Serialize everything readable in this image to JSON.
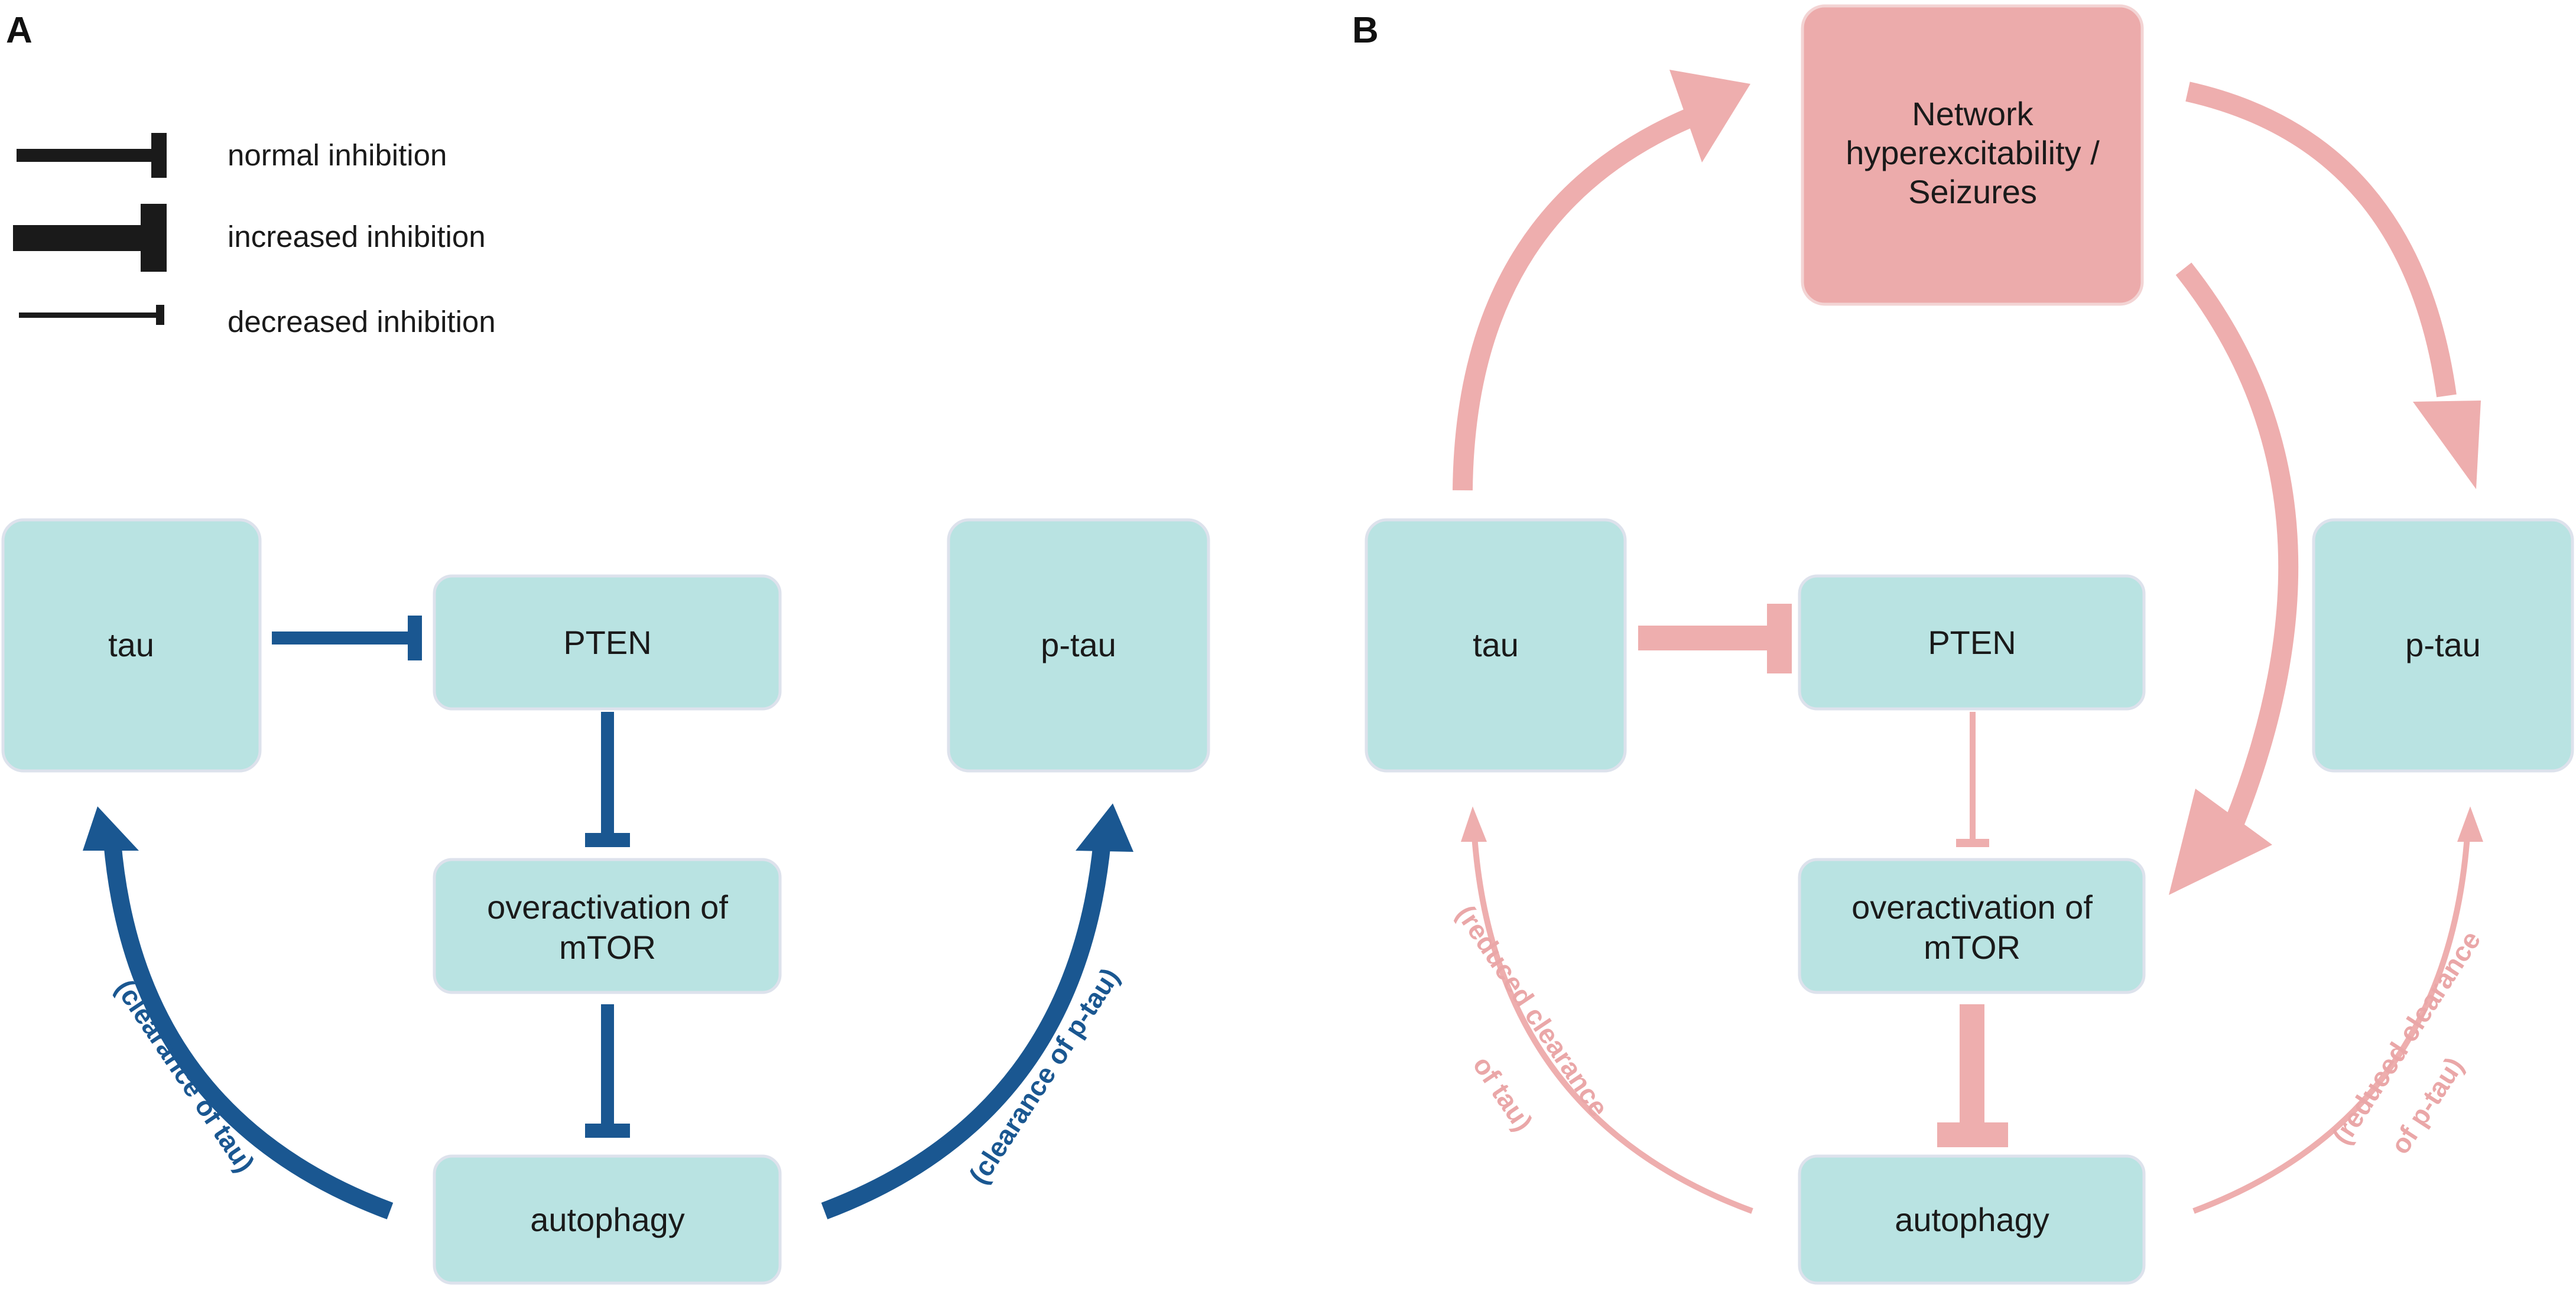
{
  "panels": {
    "a": {
      "letter": "A"
    },
    "b": {
      "letter": "B"
    }
  },
  "legend": {
    "normal": "normal inhibition",
    "increased": "increased inhibition",
    "decreased": "decreased inhibition"
  },
  "panel_a": {
    "tau": "tau",
    "pten": "PTEN",
    "ptau": "p-tau",
    "mtor_line1": "overactivation of",
    "mtor_line2": "mTOR",
    "autophagy": "autophagy",
    "clearance_tau": "(clearance of tau)",
    "clearance_ptau": "(clearance of p-tau)"
  },
  "panel_b": {
    "network_line1": "Network",
    "network_line2": "hyperexcitability /",
    "network_line3": "Seizures",
    "tau": "tau",
    "pten": "PTEN",
    "ptau": "p-tau",
    "mtor_line1": "overactivation of",
    "mtor_line2": "mTOR",
    "autophagy": "autophagy",
    "reduced_tau_line1": "(reduced clearance",
    "reduced_tau_line2": "of tau)",
    "reduced_ptau_line1": "(reduced clearance",
    "reduced_ptau_line2": "of p-tau)"
  },
  "colors": {
    "blue": "#1a5791",
    "pink": "#eeaeae",
    "box_fill": "#b9e3e2",
    "box_red": "#ecabab",
    "legend_black": "#1a1a1a"
  }
}
